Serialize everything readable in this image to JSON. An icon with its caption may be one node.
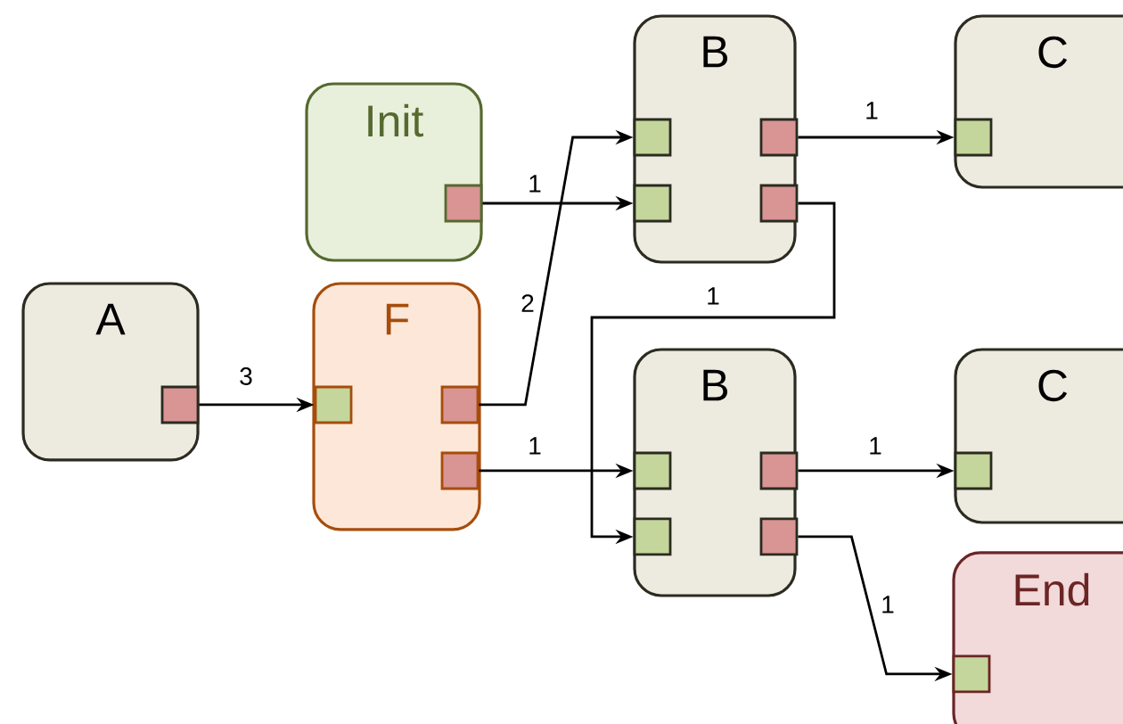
{
  "diagram": {
    "nodes": [
      {
        "text": [
          "A"
        ]
      },
      {
        "text": [],
        "shape": "box",
        "in": 0
      },
      {
        "text": [
          "Init"
        ]
      },
      {
        "text": [],
        "shape": "box",
        "in": 2
      },
      {
        "text": [
          "F"
        ]
      },
      {
        "text": [],
        "shape": "box",
        "in": 4
      },
      {
        "text": [],
        "shape": "box",
        "in": 4
      },
      {
        "text": [],
        "shape": "box",
        "in": 4
      },
      {
        "text": [
          "B"
        ]
      },
      {
        "text": [],
        "shape": "box",
        "in": 8
      },
      {
        "text": [],
        "shape": "box",
        "in": 8
      },
      {
        "text": [],
        "shape": "box",
        "in": 8
      },
      {
        "text": [],
        "shape": "box",
        "in": 8
      },
      {
        "text": [
          "C"
        ]
      },
      {
        "text": [],
        "shape": "box",
        "in": 13
      },
      {
        "text": [
          "B"
        ]
      },
      {
        "text": [],
        "shape": "box",
        "in": 15
      },
      {
        "text": [],
        "shape": "box",
        "in": 15
      },
      {
        "text": [],
        "shape": "box",
        "in": 15
      },
      {
        "text": [],
        "shape": "box",
        "in": 15
      },
      {
        "text": [
          "C"
        ]
      },
      {
        "text": [],
        "shape": "box",
        "in": 20
      },
      {
        "text": [
          "End"
        ]
      },
      {
        "text": [],
        "shape": "box",
        "in": 22
      }
    ],
    "edges": [
      {
        "from": 1,
        "to": 5,
        "arrow": "to",
        "label": "3"
      },
      {
        "from": 3,
        "to": 10,
        "arrow": "to",
        "label": "1"
      },
      {
        "from": 6,
        "to": 9,
        "arrow": "to",
        "label": "2"
      },
      {
        "from": 7,
        "to": 16,
        "arrow": "to",
        "label": "1"
      },
      {
        "from": 11,
        "to": 14,
        "arrow": "to",
        "label": "1"
      },
      {
        "from": 12,
        "to": 17,
        "arrow": "to",
        "label": "1"
      },
      {
        "from": 18,
        "to": 21,
        "arrow": "to",
        "label": "1"
      },
      {
        "from": 19,
        "to": 23,
        "arrow": "to",
        "label": "1"
      }
    ]
  }
}
